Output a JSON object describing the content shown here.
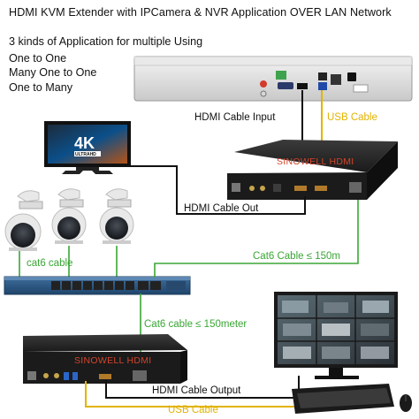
{
  "title": "HDMI KVM Extender with IPCamera & NVR Application OVER LAN Network",
  "intro": {
    "heading": "3 kinds of Application for multiple Using",
    "modes": [
      "One to One",
      "Many One to One",
      "One to Many"
    ]
  },
  "labels": {
    "hdmi_input": "HDMI Cable Input",
    "usb_top": "USB Cable",
    "hdmi_out": "HDMI Cable Out",
    "cat6_top": "Cat6 Cable ≤ 150m",
    "cat6_switch": "cat6 cable",
    "cat6_bottom": "Cat6 cable ≤ 150meter",
    "hdmi_output": "HDMI Cable Output",
    "usb_bottom": "USB Cable"
  },
  "devices": {
    "tx_brand": "SINOWELL HDMI",
    "rx_brand": "SINOWELL HDMI",
    "tv_badge_big": "4K",
    "tv_badge_small": "ULTRAHD"
  },
  "colors": {
    "green_cable": "#3aa635",
    "yellow_cable": "#e2b300",
    "black_cable": "#111111",
    "switch_blue": "#2f5d8a",
    "device_dark": "#2a2a2a"
  }
}
